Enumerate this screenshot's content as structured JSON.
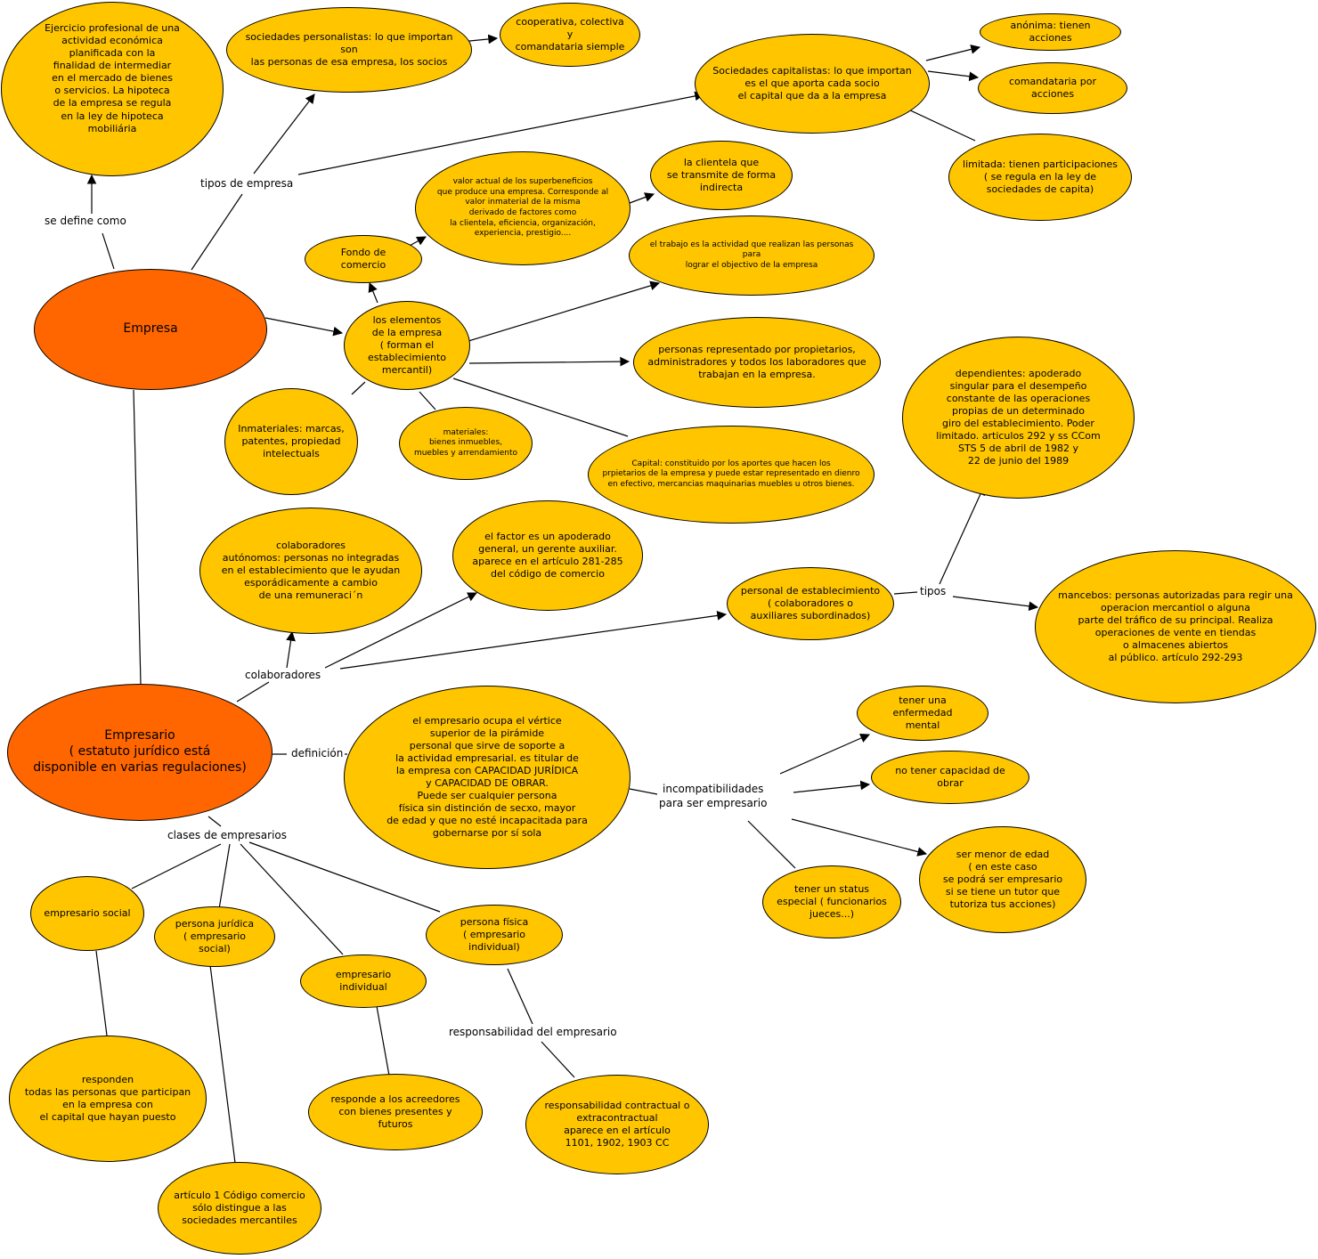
{
  "colors": {
    "node_fill": "#ffc600",
    "main_node_fill": "#ff6600",
    "line": "#000000",
    "background": "#ffffff"
  },
  "nodes": {
    "empresa": "Empresa",
    "definicion_empresa": "Ejercicio profesional de una\nactividad económica\nplanificada con la\nfinalidad de intermediar\nen el mercado de bienes\no servicios. La hipoteca\nde la empresa se regula\nen la ley de hipoteca\nmobiliária",
    "sociedades_personalistas": "sociedades personalistas: lo que importan son\nlas personas de esa empresa, los socios",
    "cooperativa": "cooperativa, colectiva y\ncomandataria siemple",
    "sociedades_capitalistas": "Sociedades capitalistas: lo que importan\nes el que aporta cada socio\nel capital que da a la empresa",
    "anonima": "anónima: tienen acciones",
    "comandataria_acciones": "comandataria por acciones",
    "limitada": "limitada: tienen participaciones\n( se regula en la ley de\nsociedades de capita)",
    "fondo_comercio": "Fondo de comercio",
    "valor_actual": "valor actual de los superbeneficios\nque produce una empresa. Corresponde al\nvalor inmaterial de la misma\nderivado de factores como\nla clientela, eficiencia, organización,\nexperiencia, prestigio....",
    "clientela": "la clientela que\nse transmite de forma\nindirecta",
    "trabajo": "el trabajo es la actividad que realizan las personas para\nlograr el objectivo  de la empresa",
    "elementos": "los elementos\nde la empresa\n( forman el\nestablecimiento\nmercantil)",
    "personas": "personas representado por propietarios,\nadministradores y todos los laboradores que\ntrabajan en la empresa.",
    "inmateriales": "Inmateriales: marcas,\npatentes, propiedad\nintelectuals",
    "materiales": "materiales:\nbienes inmuebles,\nmuebles y arrendamiento",
    "capital": "Capital: constituido por los aportes que hacen los\nprpietarios de la empresa y puede estar representado en dienro\nen efectivo, mercancias maquinarias  muebles u otros bienes.",
    "dependientes": "dependientes:  apoderado\nsingular para el desempeño\nconstante de las operaciones\npropias de  un determinado\ngiro del establecimiento. Poder\nlimitado. articulos 292 y ss CCom\nSTS 5 de abril de 1982 y\n22 de junio del 1989",
    "colaboradores_autonomos": "colaboradores\nautónomos: personas no integradas\nen el establecimiento que le ayudan\nesporádicamente a cambio\nde una remuneraci´n",
    "factor": "el factor es un apoderado\ngeneral, un  gerente auxiliar.\naparece en el artículo 281-285\ndel código de comercio",
    "personal_establecimiento": "personal de establecimiento\n( colaboradores o\nauxiliares subordinados)",
    "mancebos": "mancebos: personas autorizadas para regir una\noperacion mercantiol o alguna\nparte del tráfico de su principal. Realiza\noperaciones de vente en tiendas\no almacenes abiertos\nal público. artículo 292-293",
    "empresario": "Empresario\n( estatuto jurídico está\ndisponible en varias regulaciones)",
    "definicion_empresario": "el empresario ocupa el vértice\nsuperior de la pirámide\npersonal que sirve de soporte a\nla actividad empresarial. es titular de\nla empresa con CAPACIDAD JURÍDICA\ny CAPACIDAD DE OBRAR.\nPuede ser cualquier persona\nfísica sin distinción de secxo, mayor\nde edad y que no esté incapacitada para\ngobernarse por sí sola",
    "enfermedad": "tener una enfermedad\nmental",
    "no_capacidad": "no tener capacidad de obrar",
    "menor_edad": "ser menor de edad\n( en este caso\nse podrá ser empresario\nsi se tiene un tutor que\ntutoriza tus acciones)",
    "status_especial": "tener un status\nespecial ( funcionarios\njueces...)",
    "empresario_social": "empresario social",
    "persona_juridica": "persona jurídica\n( empresario social)",
    "empresario_individual": "empresario individual",
    "persona_fisica": "persona física\n( empresario individual)",
    "responden_todas": "responden\ntodas las personas que participan\nen la empresa con\nel capital que hayan puesto",
    "responde_acreedores": "responde a los acreedores\ncon bienes presentes y futuros",
    "responsabilidad_contractual": "responsabilidad contractual o\nextracontractual\naparece en el artículo\n1101, 1902, 1903 CC",
    "articulo_1": "artículo 1 Código comercio\nsólo distingue a las\nsociedades mercantiles"
  },
  "labels": {
    "se_define_como": "se define como",
    "tipos_de_empresa": "tipos de empresa",
    "colaboradores": "colaboradores",
    "tipos": "tipos",
    "definicion": "definición",
    "incompatibilidades": "incompatibilidades\npara ser empresario",
    "clases_de_empresarios": "clases de empresarios",
    "responsabilidad_del_empresario": "responsabilidad del empresario"
  }
}
